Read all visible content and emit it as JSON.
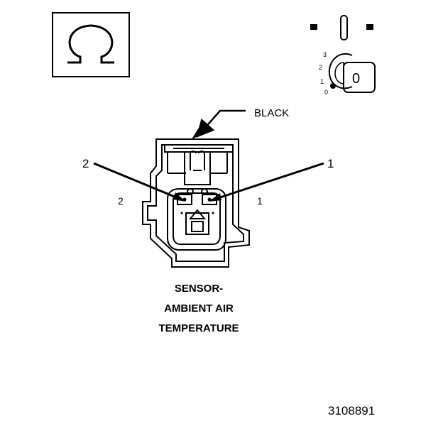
{
  "diagram": {
    "color_label": "BLACK",
    "pin_callouts": [
      "2",
      "1"
    ],
    "cavity_numbers": [
      "2",
      "1"
    ],
    "key_positions": [
      "3",
      "2",
      "1",
      "0"
    ],
    "key_state": "0",
    "caption_lines": [
      "SENSOR-",
      "AMBIENT AIR",
      "TEMPERATURE"
    ],
    "figure_number": "3108891"
  },
  "icons": {
    "ohm": "ohm-symbol-icon",
    "connector": "connector-pair-icon",
    "ignition_key": "ignition-key-icon"
  },
  "colors": {
    "ink": "#000000",
    "background": "#ffffff"
  }
}
